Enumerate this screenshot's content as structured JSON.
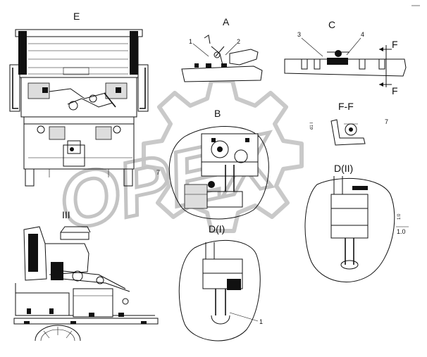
{
  "views": {
    "e": "E",
    "a": "A",
    "c": "C",
    "b": "B",
    "ff": "F-F",
    "f_top": "F",
    "f_bottom": "F",
    "d2": "D(II)",
    "d1": "D(I)",
    "iii": "III"
  },
  "callouts": {
    "a1": "1",
    "a2": "2",
    "c3": "3",
    "c4": "4",
    "b7": "7",
    "ff7": "7",
    "d1_1": "1"
  },
  "notes": {
    "ff_side": "d1 I",
    "d2_scale": "1:0",
    "d2_ratio": "1.0"
  },
  "watermark": {
    "text": "OPEX",
    "color": "#c4c4c4"
  }
}
